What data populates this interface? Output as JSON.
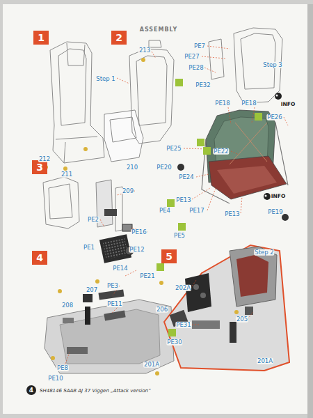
{
  "diagram": {
    "title": "ASSEMBLY",
    "nodes": [
      {
        "text": [
          "1"
        ]
      },
      {
        "text": [
          "2"
        ]
      },
      {
        "text": [
          "3"
        ]
      },
      {
        "text": [
          "4"
        ]
      },
      {
        "text": [
          "5"
        ]
      },
      {
        "text": [
          "4"
        ]
      }
    ],
    "labels": [
      "213",
      "Step 1",
      "212",
      "211",
      "210",
      "PE7",
      "PE27",
      "PE28",
      "Step 3",
      "PE32",
      "INFO",
      "PE18",
      "PE18",
      "PE26",
      "PE25",
      "PE22",
      "PE20",
      "PE24",
      "PE13",
      "PE4",
      "PE17",
      "PE5",
      "PE13",
      "INFO",
      "PE19",
      "209",
      "PE2",
      "PE16",
      "PE1",
      "PE12",
      "PE14",
      "PE21",
      "PE3",
      "207",
      "208",
      "PE11",
      "PE8",
      "PE10",
      "201A",
      "202A",
      "Step 2",
      "206",
      "PE31",
      "PE30",
      "205",
      "201A",
      "SH48146 SAAB AJ 37 Viggen „Attack version“"
    ]
  }
}
